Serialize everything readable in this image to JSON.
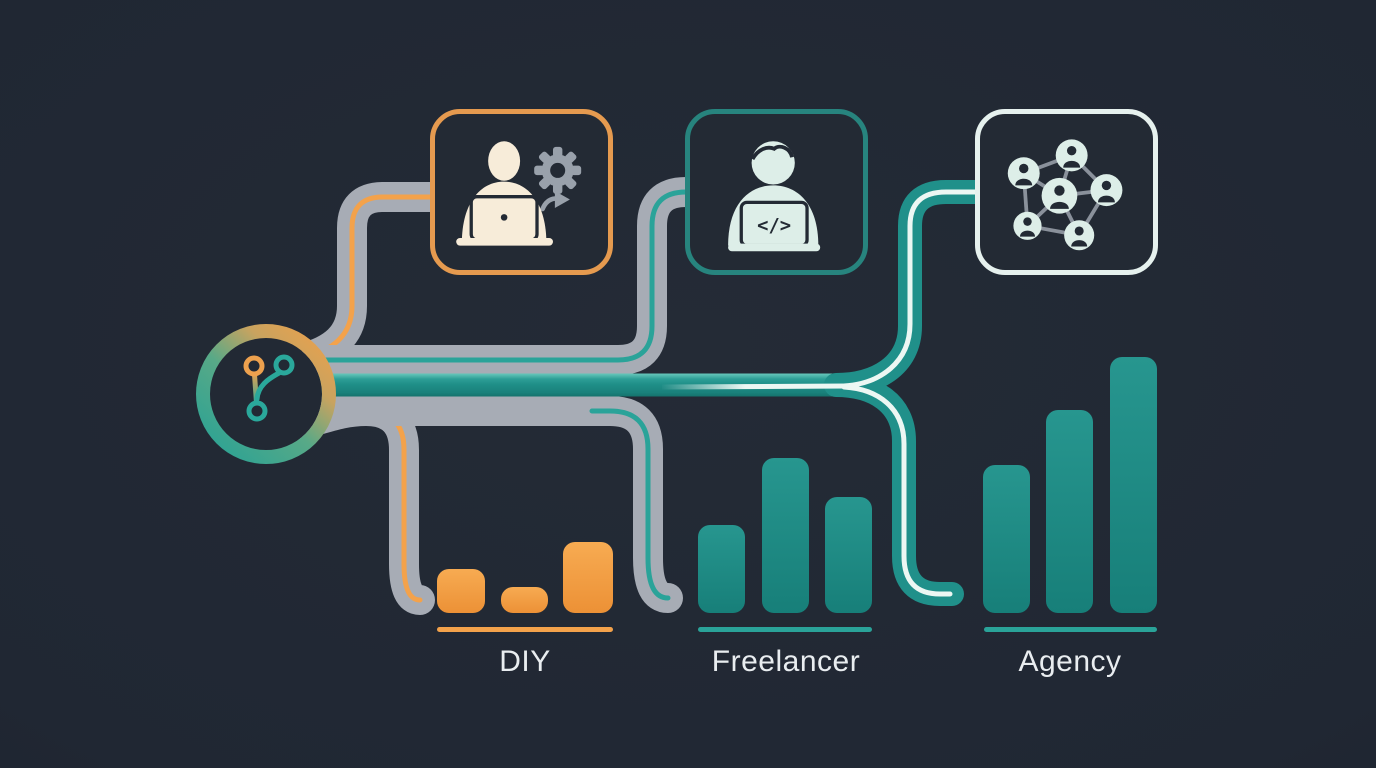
{
  "root_node": {
    "icon": "git-branch-icon"
  },
  "options": [
    {
      "label": "DIY",
      "icon": "person-laptop-gear-icon",
      "accent": "#f3a24b",
      "box_border": "#e59a4f",
      "bars": [
        44,
        26,
        71
      ]
    },
    {
      "label": "Freelancer",
      "icon": "person-laptop-code-icon",
      "accent": "#20908a",
      "box_border": "#27847e",
      "bars": [
        88,
        155,
        116
      ]
    },
    {
      "label": "Agency",
      "icon": "people-network-icon",
      "accent": "#20908a",
      "box_border": "#e6f1ee",
      "bars": [
        148,
        203,
        256
      ]
    }
  ],
  "colors": {
    "bg": "#1f2631",
    "teal": "#20908a",
    "teal-line": "#2aa399",
    "orange": "#f3a24b",
    "gray-road": "#a7acb5",
    "white-line": "#ecf7f3",
    "cream": "#f7ecd9",
    "mint": "#ddeee8",
    "gear-gray": "#99a1ab",
    "net-line": "#8a919b",
    "label": "#e9edf0",
    "box-bg": "#232a34",
    "diy-border": "#e59a4f",
    "freelancer-border": "#27847e",
    "agency-border": "#e6f1ee",
    "bar-orange-top": "#f7ab52",
    "bar-orange-bottom": "#ec9136",
    "bar-teal-top": "#27968f",
    "bar-teal-bottom": "#177f79"
  }
}
